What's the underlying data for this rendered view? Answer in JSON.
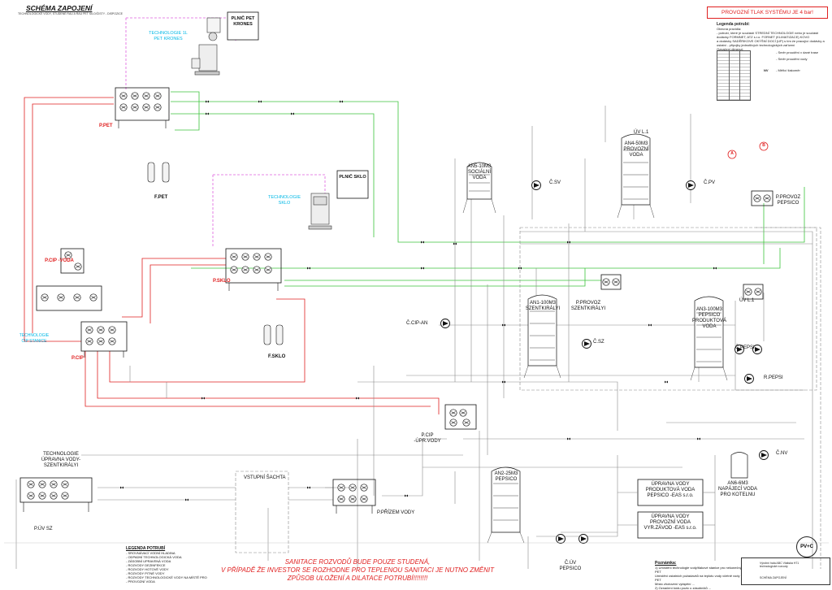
{
  "header": {
    "title": "SCHÉMA ZAPOJENÍ",
    "subtitle": "TECHNOLOGICKÉ VODY, STUDENÉ RAU A RAU PET SILO/ČISTY - DISPOZICE",
    "pressure_note": "PROVOZNÍ TLAK SYSTÉMU JE 4 bar!"
  },
  "legend": {
    "title": "Legenda potrubí:",
    "lines": [
      "Obecná pravidla:",
      "- potrubí, které je součástí STREDNÍ TECHNOLOGIE nebo je součástí",
      "  dodávky FORMNET, ATZ s.r.o. FORNET (KLIMATIZACE) KOVO",
      "  a dodávky SADĚRIKOVE OKÝŠNÍ DOCÍ (UP) s tím že pracující dodávky a",
      "  ostatní - připojky jednotlivých technologických zařízení"
    ],
    "table_note": "Označení dimenzí:",
    "symbols": [
      "- Směr proudění v dané trase",
      "- Směr proudění vody",
      "- Měřicí tlakoměr"
    ],
    "sym_label": "NV"
  },
  "labels": {
    "plnic_pet": "PLNIČ PET KRONES",
    "tech_pet": "TECHNOLOGIE 1L PET KRONES",
    "plnic_sklo": "PLNIČ SKLO",
    "tech_sklo": "TECHNOLOGIE SKLO",
    "p_pet": "P.PET",
    "f_pet": "F.PET",
    "p_sklo": "P.SKLO",
    "f_sklo": "F.SKLO",
    "p_cip_voda": "P.CIP -VODA",
    "tech_cip": "TECHNOLOGIE CIP STANICE",
    "p_cip": "P.CIP",
    "an5": "AN5-10M3 SOCIÁLNÍ VODA",
    "c_sv": "Č.SV",
    "an4": "AN4-50M3 PROVOZNÍ VODA",
    "uv_l1_top": "ÚV L.1",
    "c_pv": "Č.PV",
    "p_provoz_pepsico": "P.PROVOZ PEPSICO",
    "an1": "AN1-100M3 SZENTKIRÁLYI",
    "p_provoz_szent": "P.PROVOZ SZENTKIRÁLYI",
    "c_sz": "Č.SZ",
    "c_cip_an": "Č.CIP-AN",
    "an3": "AN3-100M3 PEPSICO PRODUKTOVÁ VODA",
    "uv_l1_right": "ÚV L.1",
    "c_pepsi": "Č.PEPSI",
    "r_pepsi": "R.PEPSI",
    "p_cip_upr": "P.CIP -ÚPR.VODY",
    "tech_upravna": "TECHNOLOGIE ÚPRAVNA VODY-SZENTKIRÁLYI",
    "p_uv_sz": "P.ÚV SZ",
    "vstupni": "VSTUPNÍ ŠACHTA",
    "p_prizem": "P.PŘÍZEM VODY",
    "an2": "AN2-25M3 PEPSICO",
    "c_uv_pepsico": "Č.ÚV PEPSICO",
    "an6": "AN6-6M3 NAPÁJECÍ VODA PRO KOTELNU",
    "c_nv": "Č.NV",
    "upr_prod": "ÚPRAVNA VODY PRODUKTOVÁ VODA PEPSICO -EAS s.r.o.",
    "upr_provoz": "ÚPRAVNA VODY PROVOZNÍ VODA VYR.ZÁVOD -EAS s.r.o.",
    "circ_a": "A",
    "circ_b": "B",
    "pvc": "PV+C"
  },
  "pipe_legend": {
    "title": "LEGENDA POTRUBÍ",
    "items": [
      "- SROVNÁVACÍ VODNÍ HLADINA",
      "- ODPADNÍ TECHNOLOGICKÁ VODA",
      "- ZÁSOBNÍ UPRAVENÁ VODA",
      "- ROZVODY DEZINFEKCE",
      "- ROZVODY HOTOVÉ VODY",
      "- ROZVODY PITNÉ VODY",
      "- ROZVODY TECHNOLOGICKÉ VODY NA MÍSTĚ PRO",
      "- PROVOZNÍ VODA"
    ]
  },
  "bottom_note": {
    "lines": [
      "SANITACE ROZVODŮ BUDE POUZE STUDENÁ,",
      "V PŘÍPADĚ ŽE INVESTOR SE ROZHODNE PRO TEPLENOU SANITACI JE NUTNO ZMĚNIT",
      "ZPŮSOB ULOŽENÍ A DILATACE POTRUBÍ!!!!!!!!"
    ]
  },
  "poznamka": {
    "title": "Poznámka:",
    "lines": [
      "1) Umístění technologie vody/tlakové stanice pro nekonečný PET",
      "   Umístění ostatních požadavků na teplotu vody včetně vody PET",
      "   Místo zhotovení vytápění ...",
      "2) Označení kódu pozic u zásobníků ..."
    ]
  },
  "stamp": {
    "company": "Výrobní hala ABC Vlašská H71 technologické rozvody",
    "drawing": "SCHÉMA ZAPOJENÍ"
  },
  "colors": {
    "red": "#e02020",
    "green": "#3cc43c",
    "cyan": "#00b8e6",
    "magenta": "#e060e0",
    "gray": "#888888"
  }
}
